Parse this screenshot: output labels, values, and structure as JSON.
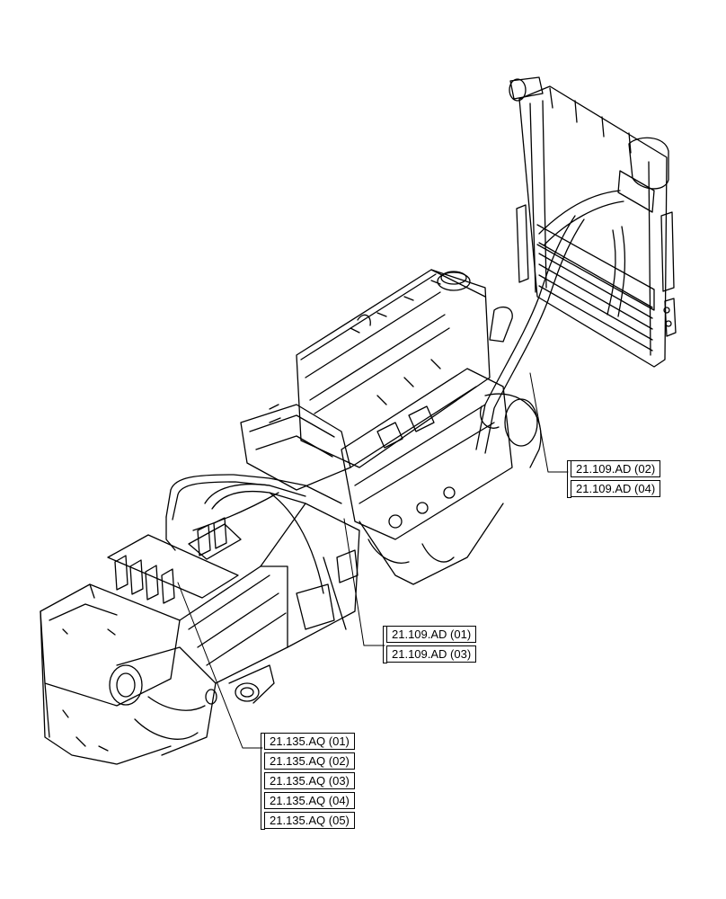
{
  "callouts": {
    "radiator_group": [
      "21.109.AD (02)",
      "21.109.AD (04)"
    ],
    "engine_group": [
      "21.109.AD (01)",
      "21.109.AD (03)"
    ],
    "transmission_group": [
      "21.135.AQ (01)",
      "21.135.AQ (02)",
      "21.135.AQ (03)",
      "21.135.AQ (04)",
      "21.135.AQ (05)"
    ]
  }
}
